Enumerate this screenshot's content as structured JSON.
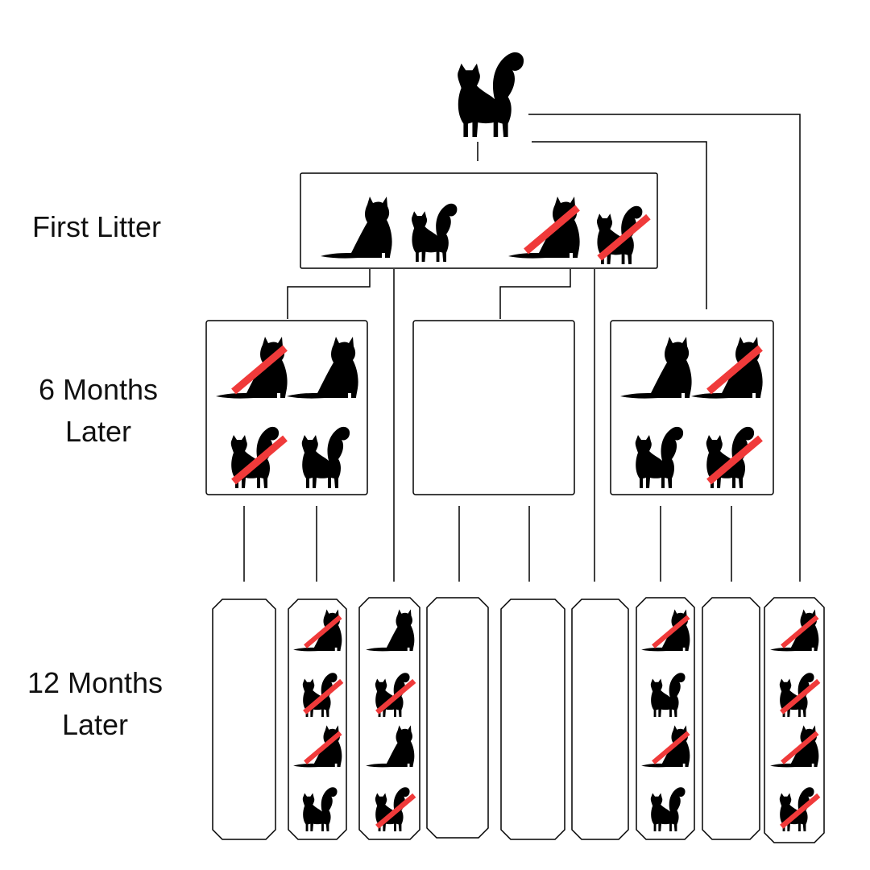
{
  "row_labels": {
    "first_litter": "First Litter",
    "six_months_line1": "6 Months",
    "six_months_line2": "Later",
    "twelve_months_line1": "12 Months",
    "twelve_months_line2": "Later"
  },
  "colors": {
    "background": "#ffffff",
    "line": "#000000",
    "silhouette": "#000000",
    "strike": "#f03a3a"
  },
  "icons": {
    "parent": "standing-cat-icon",
    "sitting": "sitting-cat-icon",
    "standing": "standing-cat-icon",
    "strike": "red-strike-mark"
  },
  "first_litter": [
    {
      "cat": "sitting",
      "crossed": false
    },
    {
      "cat": "standing",
      "crossed": false
    },
    {
      "cat": "sitting",
      "crossed": true
    },
    {
      "cat": "standing",
      "crossed": true
    }
  ],
  "six_months": [
    {
      "cats": [
        {
          "cat": "sitting",
          "crossed": true
        },
        {
          "cat": "sitting",
          "crossed": false
        },
        {
          "cat": "standing",
          "crossed": true
        },
        {
          "cat": "standing",
          "crossed": false
        }
      ]
    },
    {
      "cats": []
    },
    {
      "cats": [
        {
          "cat": "sitting",
          "crossed": false
        },
        {
          "cat": "sitting",
          "crossed": true
        },
        {
          "cat": "standing",
          "crossed": false
        },
        {
          "cat": "standing",
          "crossed": true
        }
      ]
    }
  ],
  "twelve_months": [
    {
      "cats": []
    },
    {
      "cats": [
        {
          "cat": "sitting",
          "crossed": true
        },
        {
          "cat": "standing",
          "crossed": true
        },
        {
          "cat": "sitting",
          "crossed": true
        },
        {
          "cat": "standing",
          "crossed": false
        }
      ]
    },
    {
      "cats": [
        {
          "cat": "sitting",
          "crossed": false
        },
        {
          "cat": "standing",
          "crossed": true
        },
        {
          "cat": "sitting",
          "crossed": false
        },
        {
          "cat": "standing",
          "crossed": true
        }
      ]
    },
    {
      "cats": []
    },
    {
      "cats": []
    },
    {
      "cats": []
    },
    {
      "cats": [
        {
          "cat": "sitting",
          "crossed": true
        },
        {
          "cat": "standing",
          "crossed": false
        },
        {
          "cat": "sitting",
          "crossed": true
        },
        {
          "cat": "standing",
          "crossed": false
        }
      ]
    },
    {
      "cats": []
    },
    {
      "cats": [
        {
          "cat": "sitting",
          "crossed": true
        },
        {
          "cat": "standing",
          "crossed": true
        },
        {
          "cat": "sitting",
          "crossed": true
        },
        {
          "cat": "standing",
          "crossed": true
        }
      ]
    }
  ]
}
